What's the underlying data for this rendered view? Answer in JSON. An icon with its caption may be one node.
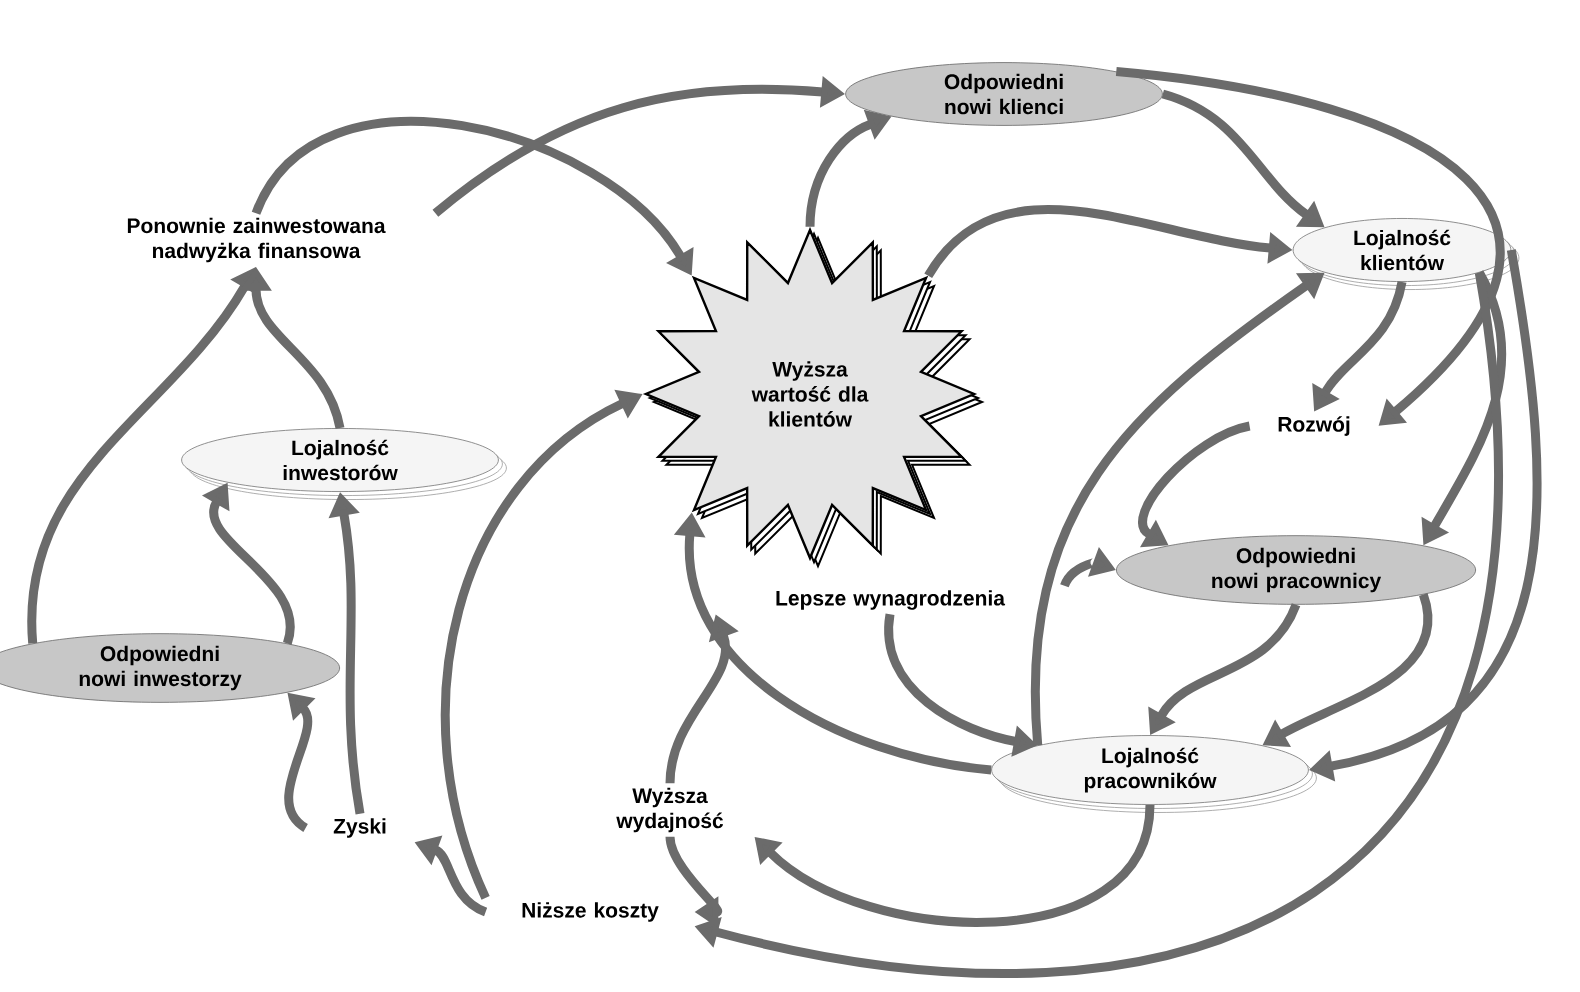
{
  "diagram": {
    "nodes": [
      {
        "text": [
          "Odpowiedni nowi klienci"
        ]
      },
      {
        "text": [
          "Ponownie zainwestowana nadwyżka finansowa"
        ]
      },
      {
        "text": [
          "Lojalność klientów"
        ]
      },
      {
        "text": [
          "Wyższa wartość dla klientów"
        ]
      },
      {
        "text": [
          "Lojalność inwestorów"
        ]
      },
      {
        "text": [
          "Rozwój"
        ]
      },
      {
        "text": [
          "Odpowiedni nowi pracownicy"
        ]
      },
      {
        "text": [
          "Lepsze wynagrodzenia"
        ]
      },
      {
        "text": [
          "Odpowiedni nowi inwestorzy"
        ]
      },
      {
        "text": [
          "Lojalność pracowników"
        ]
      },
      {
        "text": [
          "Wyższa wydajność"
        ]
      },
      {
        "text": [
          "Zyski"
        ]
      },
      {
        "text": [
          "Niższe koszty"
        ]
      }
    ],
    "edges": [
      {
        "from": 1,
        "to": 0,
        "arrow": "to"
      },
      {
        "from": 1,
        "to": 3,
        "arrow": "to"
      },
      {
        "from": 3,
        "to": 0,
        "arrow": "to"
      },
      {
        "from": 0,
        "to": 2,
        "arrow": "to"
      },
      {
        "from": 0,
        "to": 5,
        "arrow": "to"
      },
      {
        "from": 3,
        "to": 2,
        "arrow": "to"
      },
      {
        "from": 2,
        "to": 5,
        "arrow": "to"
      },
      {
        "from": 2,
        "to": 6,
        "arrow": "to"
      },
      {
        "from": 2,
        "to": 9,
        "arrow": "to"
      },
      {
        "from": 2,
        "to": 12,
        "arrow": "to"
      },
      {
        "from": 5,
        "to": 6,
        "arrow": "to"
      },
      {
        "from": 6,
        "to": 9,
        "arrow": "to"
      },
      {
        "from": 6,
        "to": 9,
        "arrow": "to"
      },
      {
        "from": 7,
        "to": 6,
        "arrow": "to"
      },
      {
        "from": 7,
        "to": 9,
        "arrow": "to"
      },
      {
        "from": 9,
        "to": 2,
        "arrow": "to"
      },
      {
        "from": 9,
        "to": 3,
        "arrow": "to"
      },
      {
        "from": 10,
        "to": 7,
        "arrow": "to"
      },
      {
        "from": 10,
        "to": 12,
        "arrow": "to"
      },
      {
        "from": 9,
        "to": 10,
        "arrow": "to"
      },
      {
        "from": 12,
        "to": 11,
        "arrow": "to"
      },
      {
        "from": 12,
        "to": 3,
        "arrow": "to"
      },
      {
        "from": 11,
        "to": 8,
        "arrow": "to"
      },
      {
        "from": 11,
        "to": 4,
        "arrow": "to"
      },
      {
        "from": 8,
        "to": 4,
        "arrow": "to"
      },
      {
        "from": 8,
        "to": 1,
        "arrow": "to"
      },
      {
        "from": 4,
        "to": 1,
        "arrow": "to"
      }
    ]
  }
}
